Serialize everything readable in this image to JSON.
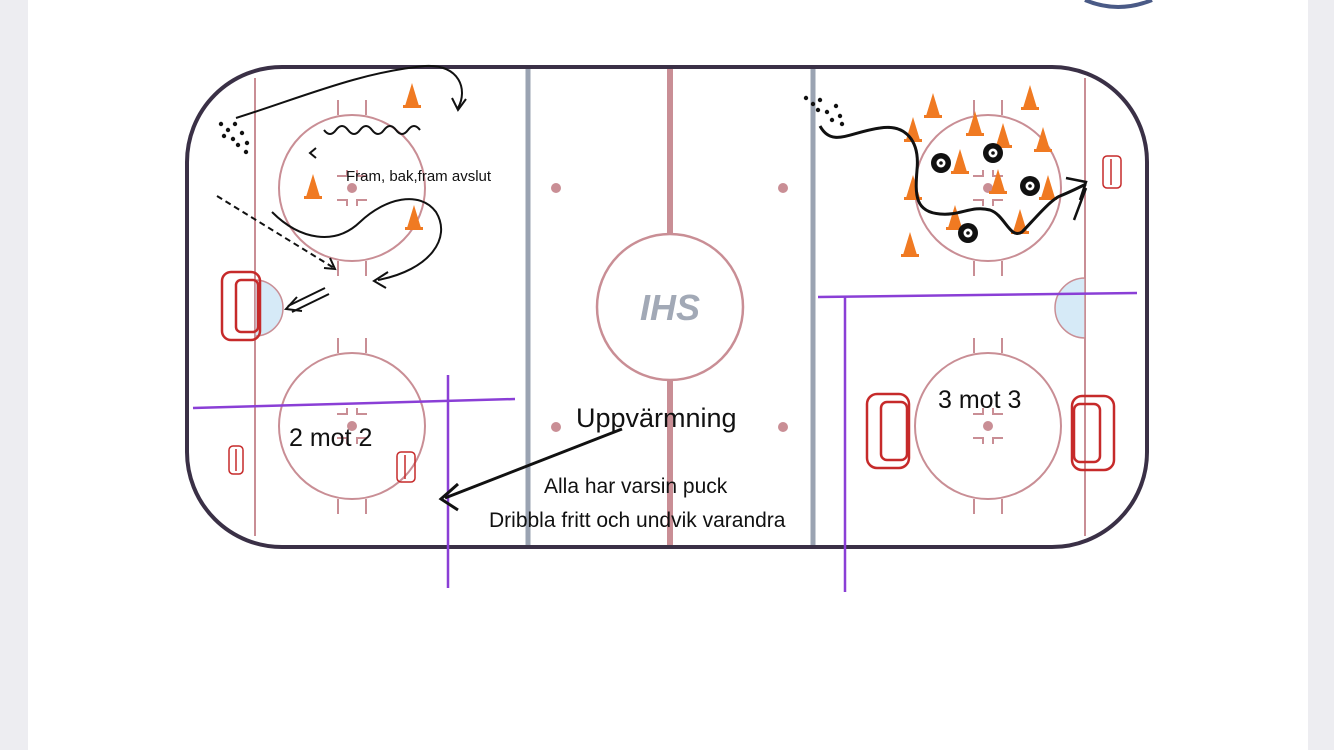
{
  "labels": {
    "fram_bak": "Fram, bak,fram avslut",
    "two_vs_two": "2 mot 2",
    "three_vs_three": "3 mot 3",
    "warmup": "Uppvärmning",
    "all_puck": "Alla har varsin puck",
    "dribble": "Dribbla fritt och undvik varandra"
  },
  "logo_text": "IHS",
  "colors": {
    "board": "#3a3046",
    "rink_line_red": "#c98e95",
    "blue_line": "#9aa3b2",
    "purple_divider": "#8a3fd6",
    "cone": "#f07a22",
    "goal_red": "#c62a2a",
    "crease_blue": "#d6eaf7",
    "drawing": "#111111"
  }
}
